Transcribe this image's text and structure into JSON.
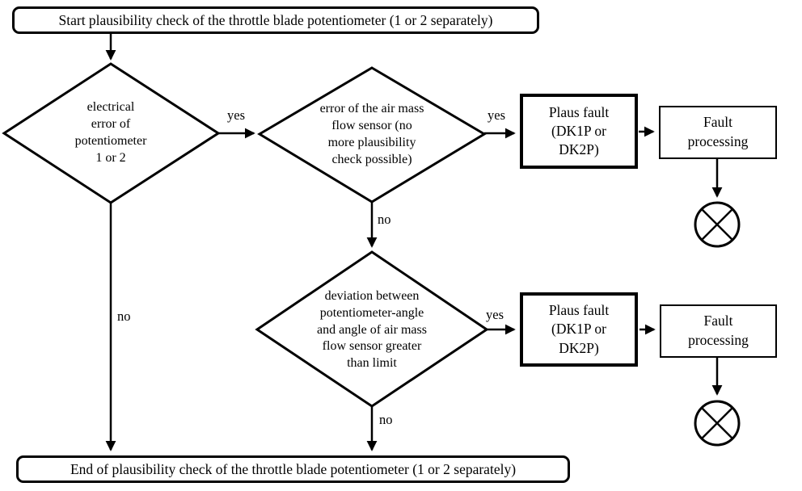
{
  "flowchart": {
    "start_label": "Start plausibility check of the throttle blade potentiometer (1 or 2 separately)",
    "end_label": "End of plausibility check of the throttle blade potentiometer (1 or 2 separately)",
    "decisions": {
      "electrical_error": "electrical\nerror of\npotentiometer\n1 or 2",
      "air_mass_flow_error": "error of the air mass\nflow sensor (no\nmore plausibility\ncheck possible)",
      "angle_deviation": "deviation between\npotentiometer-angle\nand angle of air mass\nflow sensor greater\nthan limit"
    },
    "actions": {
      "plaus_fault": "Plaus fault\n(DK1P or\nDK2P)",
      "fault_processing": "Fault\nprocessing"
    },
    "edge_labels": {
      "yes": "yes",
      "no": "no"
    },
    "colors": {
      "line": "#000000",
      "background": "#ffffff"
    }
  }
}
